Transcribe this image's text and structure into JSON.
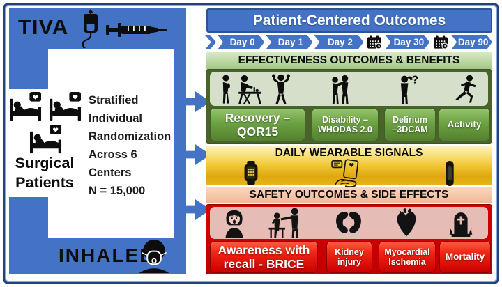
{
  "left_panel": {
    "tiva_label": "TIVA",
    "inhaled_label": "INHALED",
    "surgical_patients_label": "Surgical\nPatients",
    "randomization_text": "Stratified\nIndividual\nRandomization\nAcross 6\nCenters\nN = 15,000",
    "icons": [
      "iv-drip-bag",
      "syringe",
      "patient-in-bed",
      "patient-in-bed",
      "patient-in-bed",
      "anesthesia-mask-face"
    ]
  },
  "right_panel": {
    "header": "Patient-Centered Outcomes",
    "timeline": {
      "day_labels": [
        "Day 0",
        "Day 1",
        "Day 2",
        "Day 30",
        "Day 90"
      ],
      "between_icons": [
        "calendar-clock",
        "calendar-clock"
      ]
    },
    "effectiveness": {
      "title": "EFFECTIVENESS OUTCOMES & BENEFITS",
      "icons": [
        "person-recovering",
        "person-at-desk",
        "person-flexing",
        "person-supporting-person",
        "person-confused",
        "person-running"
      ],
      "question_mark": "?",
      "buttons": [
        "Recovery –\nQOR15",
        "Disability –\nWHODAS 2.0",
        "Delirium\n–3DCAM",
        "Activity"
      ]
    },
    "wearables": {
      "title": "DAILY WEARABLE SIGNALS",
      "icons": [
        "smartwatch",
        "hands-holding-phone-health-messages",
        "fitness-band"
      ]
    },
    "safety": {
      "title": "SAFETY OUTCOMES & SIDE EFFECTS",
      "icons": [
        "woman-shocked",
        "caregiver-with-patient",
        "kidneys",
        "anatomical-heart",
        "tombstone"
      ],
      "buttons": [
        "Awareness with\nrecall - BRICE",
        "Kidney\ninjury",
        "Myocardial\nIschemia",
        "Mortality"
      ]
    }
  },
  "colors": {
    "ink": "#111111",
    "blue": "#4472C4",
    "blue_dark": "#2F5496",
    "navy_frame": "#24417F",
    "green_dark": "#4A632A",
    "green_panel": "#D5DFC9",
    "green_button_top": "#95C46D",
    "green_button_bottom": "#54802F",
    "yellow_top": "#FDF3C0",
    "yellow_deep": "#DFA70E",
    "peach_band": "#F5C4A6",
    "pink_panel": "#E5BCB6",
    "red_box": "#C00000",
    "red_button_top": "#FF5A40",
    "red_button_bottom": "#C80000"
  }
}
